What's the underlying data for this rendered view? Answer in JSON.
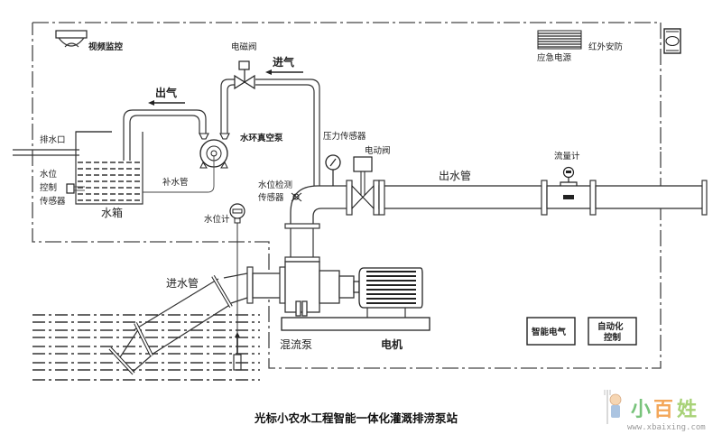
{
  "title": "光标小农水工程智能一体化灌溉排涝泵站",
  "labels": {
    "video_monitor": "视频监控",
    "solenoid_valve": "电磁阀",
    "air_in": "进气",
    "air_out": "出气",
    "water_ring_vacuum_pump": "水环真空泵",
    "drain_outlet": "排水口",
    "water_level_control_sensor": [
      "水位",
      "控制",
      "传感器"
    ],
    "refill_pipe": "补水管",
    "water_tank": "水箱",
    "water_level_gauge": "水位计",
    "pressure_sensor": "压力传感器",
    "electric_valve": "电动阀",
    "water_level_detect_sensor": [
      "水位检测",
      "传感器"
    ],
    "outlet_pipe": "出水管",
    "flowmeter": "流量计",
    "emergency_power": "应急电源",
    "infrared_security": "红外安防",
    "inlet_pipe": "进水管",
    "mixed_flow_pump": "混流泵",
    "motor": "电机",
    "smart_electric": "智能电气",
    "automation_control": [
      "自动化",
      "控制"
    ]
  },
  "watermark": {
    "brand": "小百姓",
    "url": "www.xbaixing.com",
    "colors": {
      "xiao": "#4caf50",
      "bai": "#f08a24",
      "xing": "#8bc34a"
    }
  },
  "icons": {
    "camera": "dome-camera-icon",
    "battery": "battery-bank-icon",
    "infrared": "infrared-sensor-icon",
    "gauge": "pressure-gauge-icon"
  }
}
